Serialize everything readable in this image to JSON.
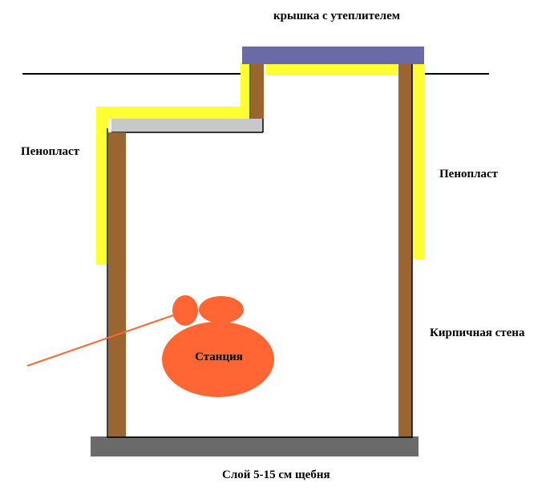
{
  "labels": {
    "lid": "крышка с утеплителем",
    "foam_left": "Пенопласт",
    "foam_right": "Пенопласт",
    "brick_wall": "Кирпичная стена",
    "station": "Станция",
    "gravel": "Слой 5-15 см щебня"
  },
  "colors": {
    "background": "#ffffff",
    "foam": "#ffff33",
    "brick": "#9b6530",
    "lid": "#6b6aa8",
    "slab": "#c8c8c8",
    "gravel": "#6a6a6a",
    "station": "#ff6633",
    "outline": "#000000"
  }
}
